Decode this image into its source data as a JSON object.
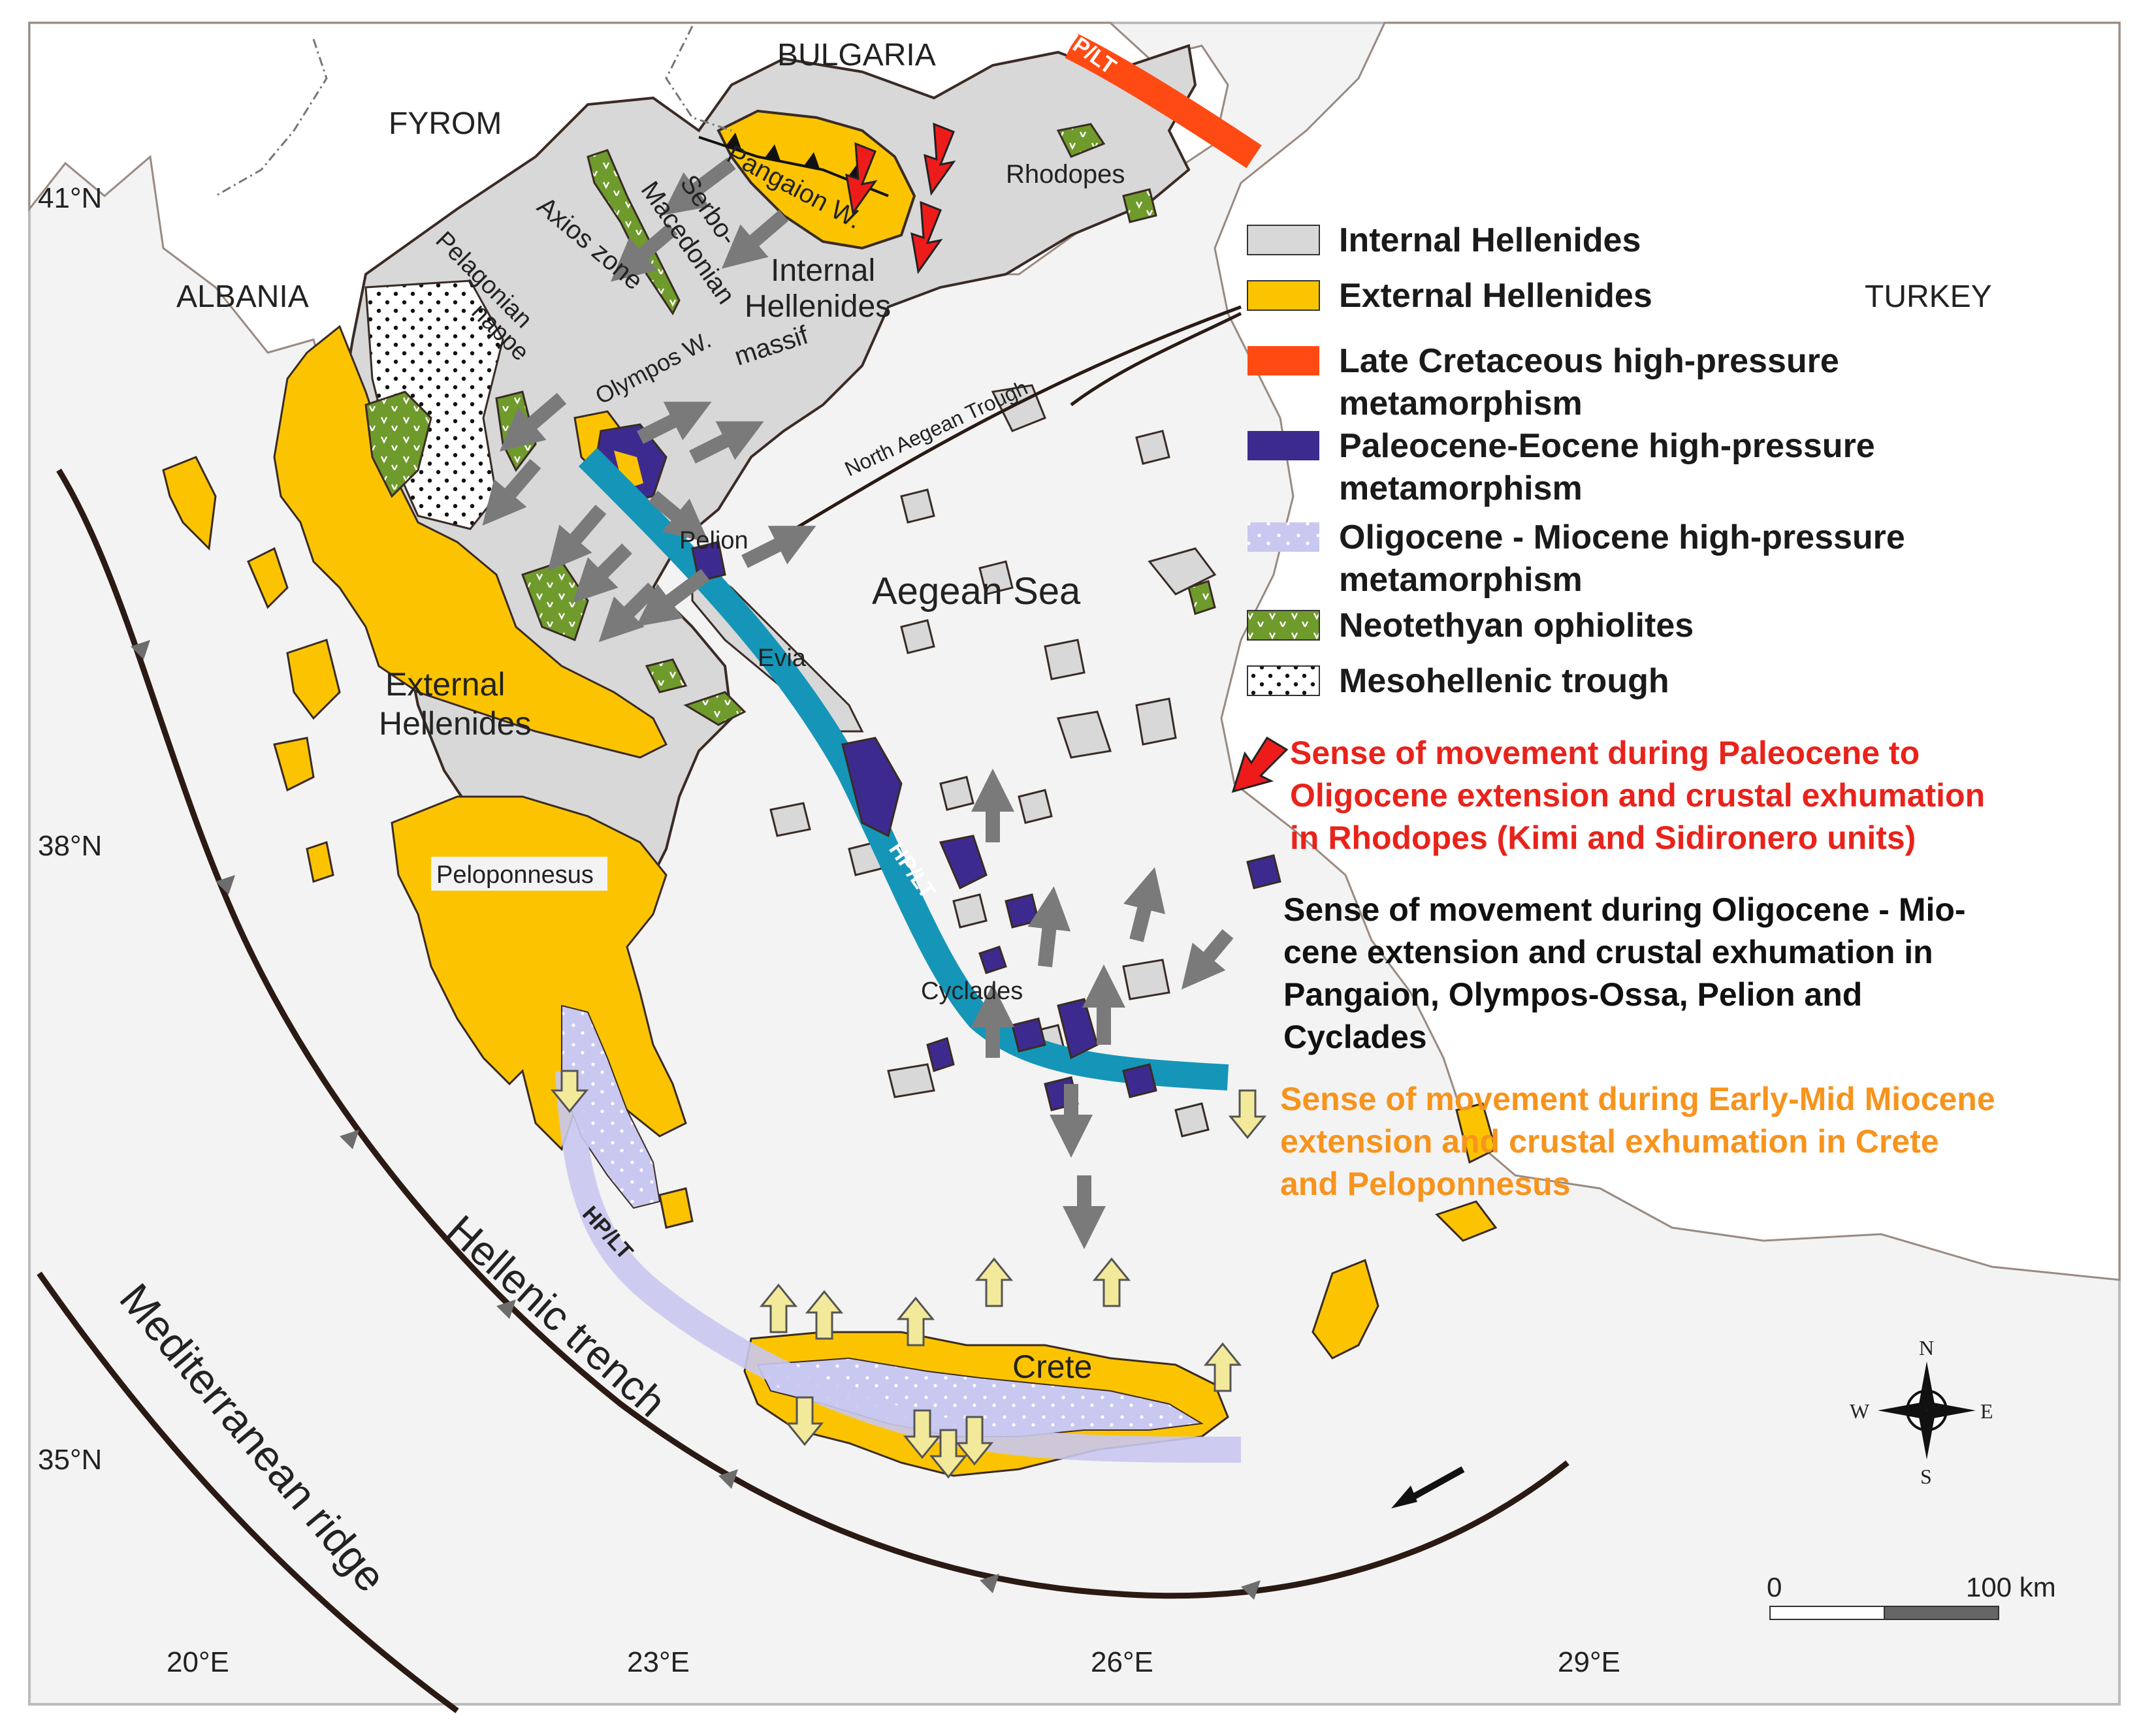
{
  "colors": {
    "sea": "#f3f3f3",
    "land_white": "#ffffff",
    "internal": "#d8d8d8",
    "external": "#fcc400",
    "late_cretaceous": "#ff4a14",
    "paleocene_eocene": "#3d2a8f",
    "oligocene_miocene": "#c9c8f0",
    "ophiolite": "#6f9a2c",
    "hp_lt_belt": "#1596b8",
    "arrow_gray": "#7a7a7a",
    "arrow_red": "#ee1b1b",
    "arrow_yellow": "#f3e99a",
    "trench": "#2b1a14",
    "note_red": "#e8231b",
    "note_black": "#111111",
    "note_orange": "#f7941d"
  },
  "countries": {
    "bulgaria": "BULGARIA",
    "fyrom": "FYROM",
    "albania": "ALBANIA",
    "turkey": "TURKEY"
  },
  "labels": {
    "pangaion": "Pangaion W.",
    "rhodopes": "Rhodopes",
    "serbo1": "Serbo-",
    "serbo2": "Macedonian",
    "serbo3": "massif",
    "axios": "Axios zone",
    "pelagonian1": "Pelagonian",
    "pelagonian2": "nappe",
    "olympos": "Olympos W.",
    "internal1": "Internal",
    "internal2": "Hellenides",
    "north_aegean": "North Aegean Trough",
    "pelion": "Pelion",
    "evia": "Evia",
    "aegean": "Aegean Sea",
    "external1": "External",
    "external2": "Hellenides",
    "peloponnesus": "Peloponnesus",
    "cyclades": "Cyclades",
    "crete": "Crete",
    "hellenic_trench": "Hellenic trench",
    "med_ridge": "Mediterranean ridge",
    "hplt": "HP/LT"
  },
  "axes": {
    "lat": [
      "41°N",
      "38°N",
      "35°N"
    ],
    "lon": [
      "20°E",
      "23°E",
      "26°E",
      "29°E"
    ]
  },
  "legend": [
    {
      "key": "internal",
      "label": "Internal Hellenides"
    },
    {
      "key": "external",
      "label": "External Hellenides"
    },
    {
      "key": "late_cretaceous",
      "label": "Late Cretaceous high-pressure",
      "label2": "metamorphism"
    },
    {
      "key": "paleocene_eocene",
      "label": "Paleocene-Eocene high-pressure",
      "label2": "metamorphism"
    },
    {
      "key": "oligocene_miocene",
      "label": "Oligocene - Miocene high-pressure",
      "label2": "metamorphism"
    },
    {
      "key": "ophiolite",
      "label": "Neotethyan ophiolites"
    },
    {
      "key": "mesohellenic",
      "label": "Mesohellenic trough"
    }
  ],
  "notes": {
    "red": [
      "Sense of movement during Paleocene to",
      "Oligocene extension and crustal exhumation",
      "in Rhodopes (Kimi and Sidironero units)"
    ],
    "black": [
      "Sense of movement during Oligocene - Mio-",
      "cene extension  and crustal exhumation in",
      "Pangaion, Olympos-Ossa, Pelion and",
      "Cyclades"
    ],
    "orange": [
      "Sense of movement during Early-Mid Miocene",
      "extension and crustal exhumation in Crete",
      "and Peloponnesus"
    ]
  },
  "compass": {
    "n": "N",
    "s": "S",
    "e": "E",
    "w": "W"
  },
  "scale": {
    "start": "0",
    "end": "100 km"
  }
}
